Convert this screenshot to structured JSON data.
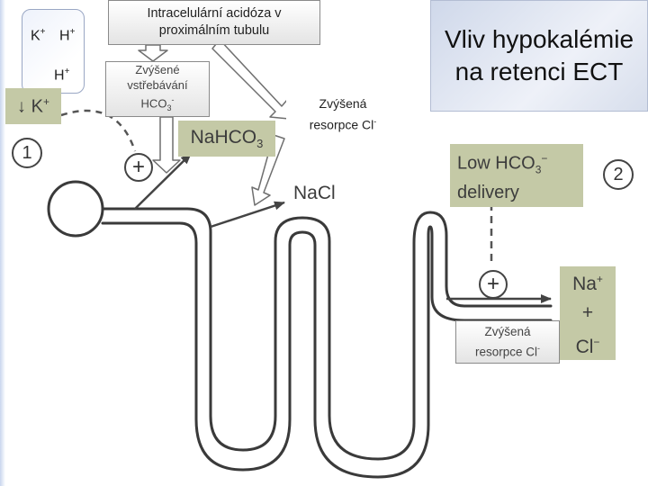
{
  "slide": {
    "title": "Vliv hypokalémie na retenci ECT",
    "ion_box": {
      "k": "K",
      "h_top": "H",
      "h_bottom": "H",
      "plus": "+"
    },
    "callouts": {
      "acidosis": "Intracelulární acidóza v proximálním tubulu",
      "bicarb_reabsorption_line1": "Zvýšené",
      "bicarb_reabsorption_line2": "vstřebávání",
      "bicarb_reabsorption_line3": "HCO",
      "bicarb_sub": "3",
      "bicarb_sup": "-",
      "chloride_resorption_top_line1": "Zvýšená",
      "chloride_resorption_top_line2": "resorpce Cl",
      "chloride_resorption_bottom_line1": "Zvýšená",
      "chloride_resorption_bottom_line2": "resorpce Cl",
      "cl_sup": "-"
    },
    "figure": {
      "k_label": "↓ K",
      "k_sup": "+",
      "step1": "1",
      "step2": "2",
      "plus_sign": "+",
      "nahco3": "NaHCO",
      "nahco3_sub": "3",
      "nacl": "NaCl",
      "low_hco3_line1": "Low HCO",
      "low_hco3_sub": "3",
      "low_hco3_sup": "−",
      "low_hco3_line2": "delivery",
      "na": "Na",
      "na_sup": "+",
      "plus_between": "+",
      "cl": "Cl",
      "cl_sup": "−"
    },
    "colors": {
      "olive_box": "#c4c9a6",
      "arrow_red": "#e8001c",
      "title_bg": "#d9e0ee",
      "left_strip": "#b9c9e6"
    }
  }
}
